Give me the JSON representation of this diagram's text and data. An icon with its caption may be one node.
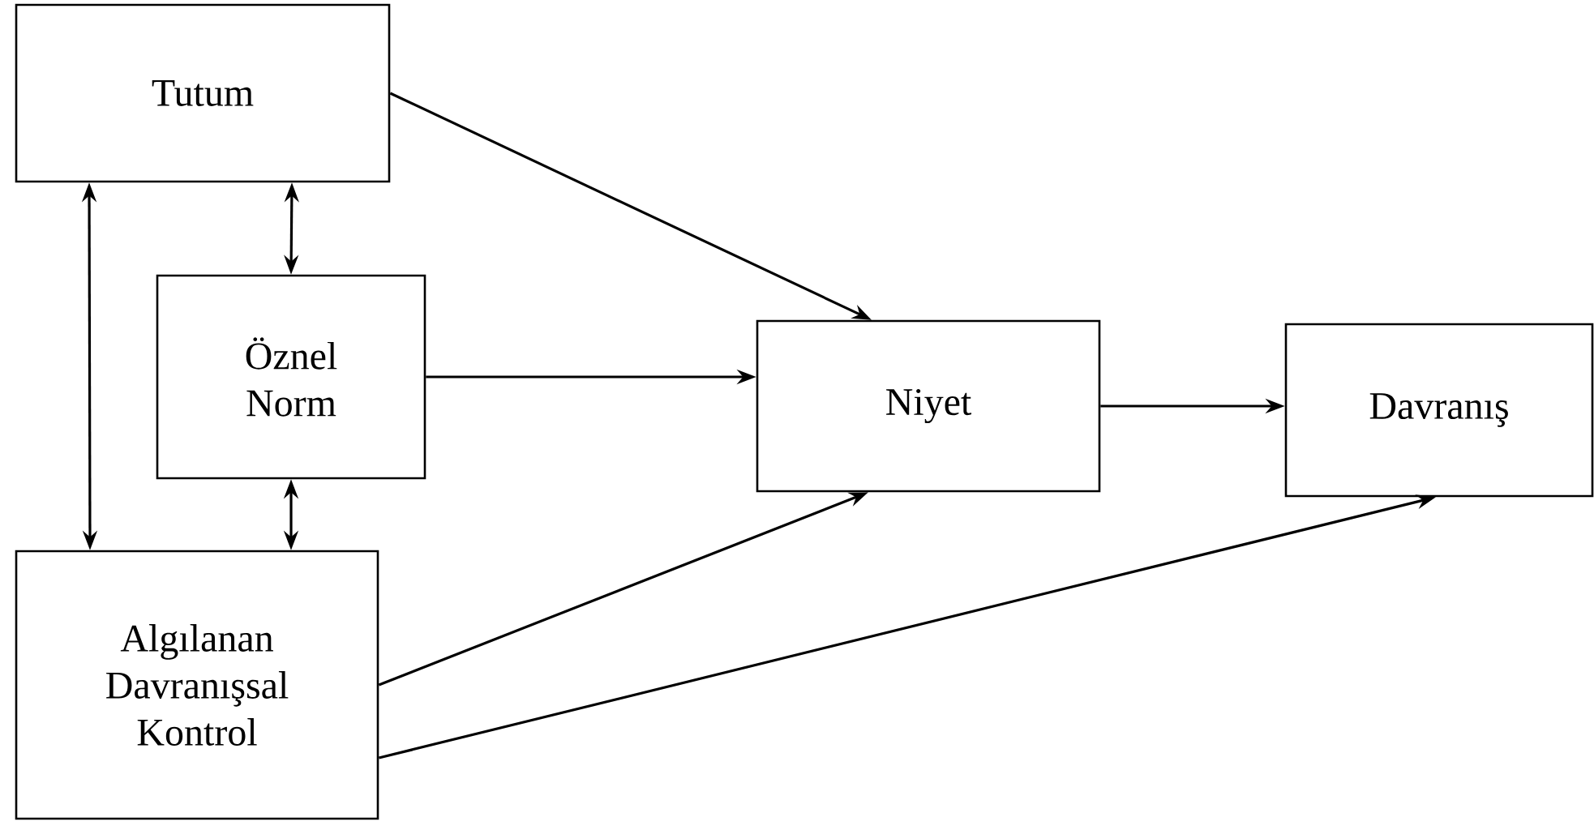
{
  "diagram": {
    "nodes": [
      {
        "text": [
          "Tutum"
        ]
      },
      {
        "text": [
          "Öznel Norm"
        ]
      },
      {
        "text": [
          "Niyet"
        ]
      },
      {
        "text": [
          "Davranış"
        ]
      },
      {
        "text": [
          "Algılanan Davranışsal Kontrol"
        ]
      }
    ],
    "edges": [
      {
        "from": 0,
        "to": 2,
        "arrow": "to"
      },
      {
        "from": 0,
        "to": 1,
        "arrow": "both"
      },
      {
        "from": 0,
        "to": 4,
        "arrow": "both"
      },
      {
        "from": 1,
        "to": 4,
        "arrow": "both"
      },
      {
        "from": 1,
        "to": 2,
        "arrow": "to"
      },
      {
        "from": 2,
        "to": 3,
        "arrow": "to"
      },
      {
        "from": 4,
        "to": 2,
        "arrow": "to"
      },
      {
        "from": 4,
        "to": 3,
        "arrow": "to"
      }
    ]
  }
}
